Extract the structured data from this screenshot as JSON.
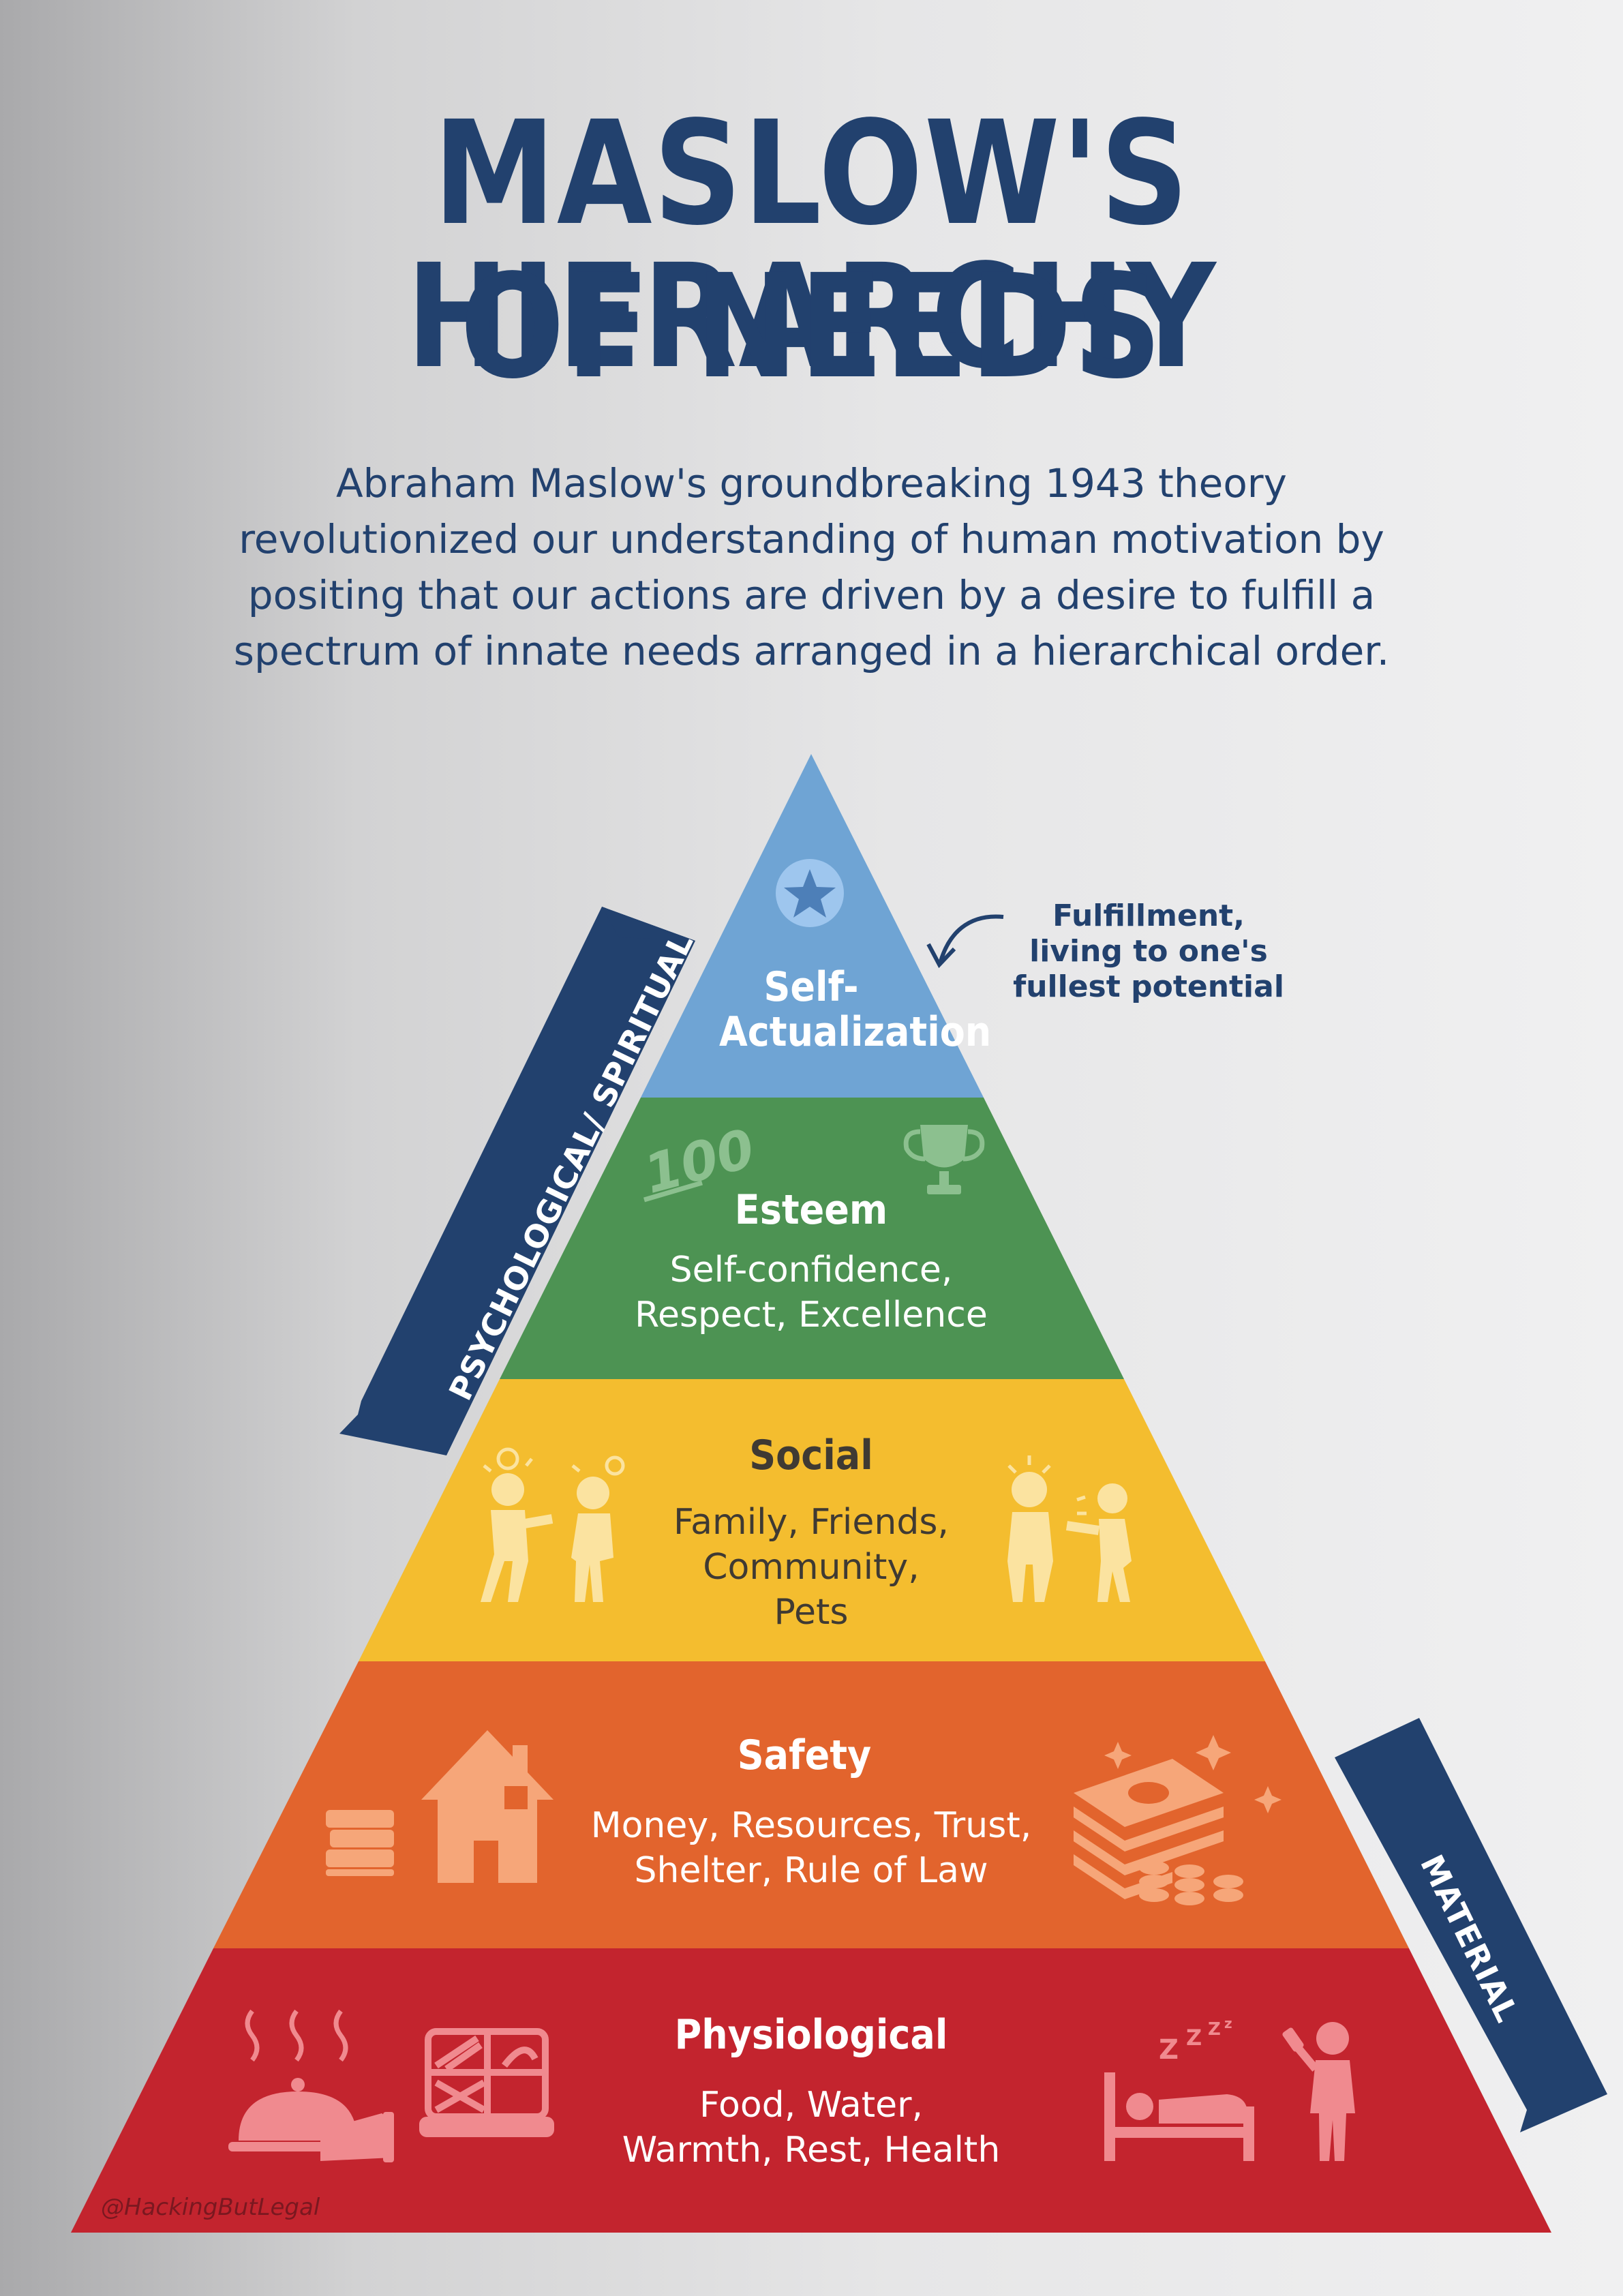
{
  "title": {
    "line1": "MASLOW'S HIERARCHY",
    "line2": "OF NEEDS"
  },
  "intro": {
    "line1": "Abraham Maslow's groundbreaking 1943 theory",
    "line2": "revolutionized our understanding of human motivation by",
    "line3": "positing that our actions are driven by a desire to fulfill a",
    "line4": "spectrum of innate needs arranged in a hierarchical order."
  },
  "levels": {
    "self_actualization": {
      "heading_line1": "Self-",
      "heading_line2": "Actualization",
      "color": "#6fa4d4"
    },
    "esteem": {
      "heading": "Esteem",
      "line1": "Self-confidence,",
      "line2": "Respect, Excellence",
      "color": "#4d9353"
    },
    "social": {
      "heading": "Social",
      "line1": "Family, Friends,",
      "line2": "Community,",
      "line3": "Pets",
      "color": "#f4bd2f"
    },
    "safety": {
      "heading": "Safety",
      "line1": "Money, Resources, Trust,",
      "line2": "Shelter, Rule of Law",
      "color": "#e2642d"
    },
    "physiological": {
      "heading": "Physiological",
      "line1": "Food, Water,",
      "line2": "Warmth, Rest, Health",
      "color": "#c3242e"
    }
  },
  "annotation": {
    "line1": "Fulfillment,",
    "line2": "living to one's",
    "line3": "fullest potential"
  },
  "ribbons": {
    "psychological": "PSYCHOLOGICAL/ SPIRITUAL",
    "material": "MATERIAL",
    "color": "#22416e"
  },
  "icons": {
    "self_actualization": "star-icon",
    "esteem": [
      "hundred-points-icon",
      "trophy-icon"
    ],
    "social": [
      "people-arguing-icon",
      "people-pointing-icon"
    ],
    "safety": [
      "books-icon",
      "house-icon",
      "money-stack-icon",
      "coins-icon"
    ],
    "physiological": [
      "serving-cloche-icon",
      "lunch-tray-icon",
      "bed-sleeping-icon",
      "person-drinking-icon"
    ]
  },
  "credit": "@HackingButLegal"
}
